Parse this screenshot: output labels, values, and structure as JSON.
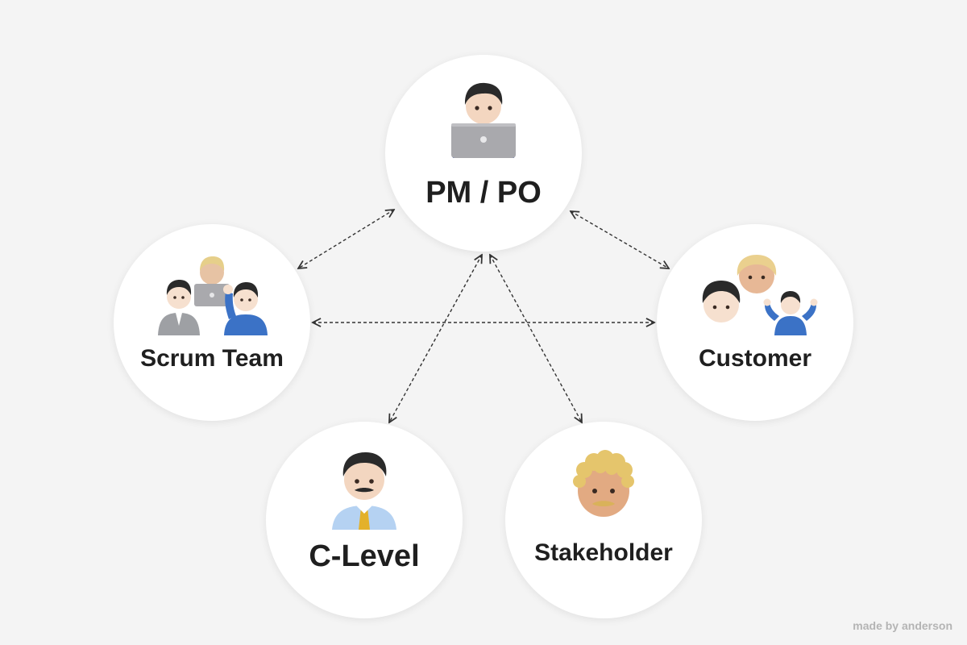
{
  "diagram": {
    "nodes": [
      {
        "id": "pm",
        "label": "PM / PO",
        "icon": "person-laptop-icon"
      },
      {
        "id": "scrum",
        "label": "Scrum Team",
        "icon": "team-working-icon"
      },
      {
        "id": "customer",
        "label": "Customer",
        "icon": "people-shrug-icon"
      },
      {
        "id": "clevel",
        "label": "C-Level",
        "icon": "man-with-tie-icon"
      },
      {
        "id": "stake",
        "label": "Stakeholder",
        "icon": "curly-hair-man-icon"
      }
    ],
    "edges": [
      {
        "from": "pm",
        "to": "scrum",
        "style": "dashed-bidirectional"
      },
      {
        "from": "pm",
        "to": "customer",
        "style": "dashed-bidirectional"
      },
      {
        "from": "pm",
        "to": "clevel",
        "style": "dashed-bidirectional"
      },
      {
        "from": "pm",
        "to": "stake",
        "style": "dashed-bidirectional"
      },
      {
        "from": "scrum",
        "to": "customer",
        "style": "dashed-bidirectional"
      }
    ]
  },
  "credit": "made by anderson",
  "colors": {
    "background": "#f4f4f4",
    "node": "#ffffff",
    "text": "#1f1f1f",
    "edge": "#333333",
    "credit": "#b4b4b4"
  }
}
